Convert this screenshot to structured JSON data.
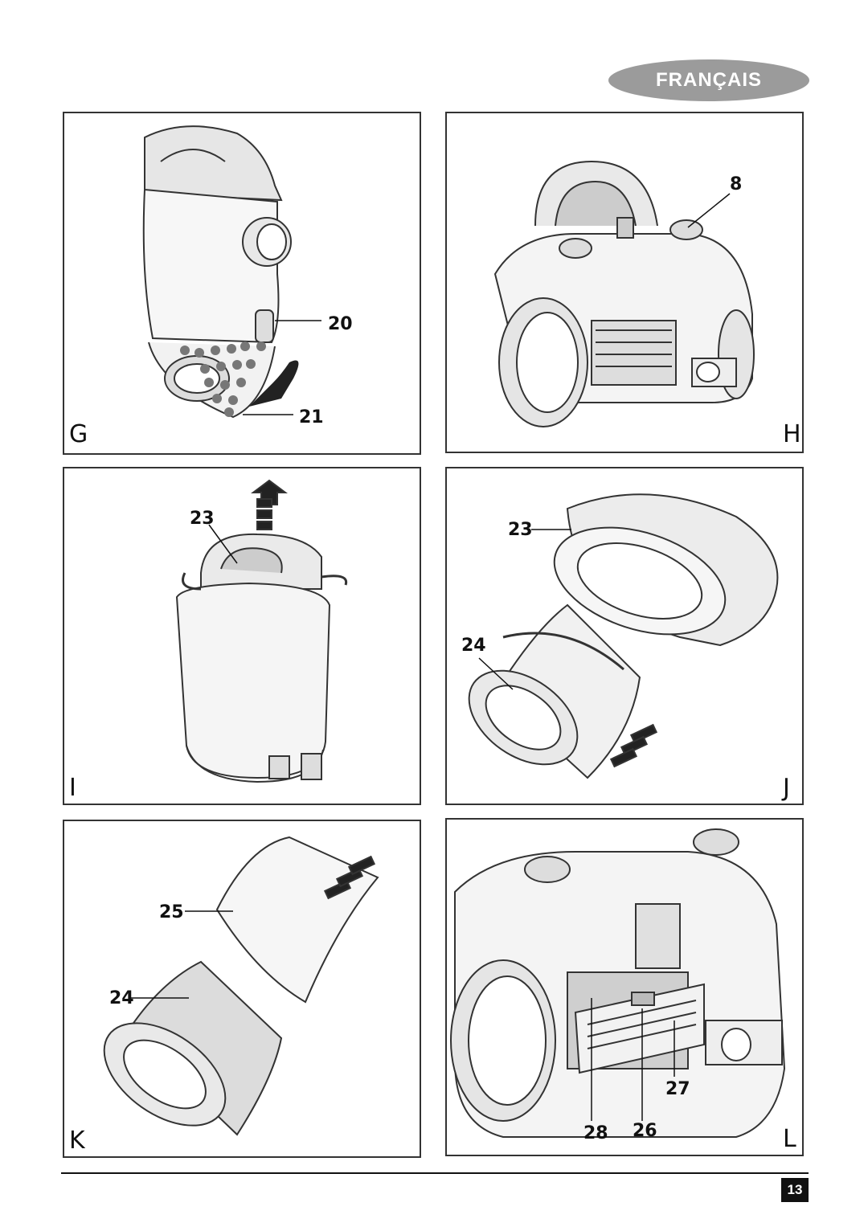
{
  "header": {
    "language": "FRANÇAIS"
  },
  "colors": {
    "pill": "#9b9b9b",
    "outline": "#333333",
    "dots": "#777777"
  },
  "panels": {
    "G": {
      "letter": "G",
      "callouts": [
        "20",
        "21"
      ]
    },
    "H": {
      "letter": "H",
      "callouts": [
        "8"
      ]
    },
    "I": {
      "letter": "I",
      "callouts": [
        "23"
      ]
    },
    "J": {
      "letter": "J",
      "callouts": [
        "23",
        "24"
      ]
    },
    "K": {
      "letter": "K",
      "callouts": [
        "25",
        "24"
      ]
    },
    "L": {
      "letter": "L",
      "callouts": [
        "27",
        "28",
        "26"
      ]
    }
  },
  "footer": {
    "page_number": "13"
  }
}
